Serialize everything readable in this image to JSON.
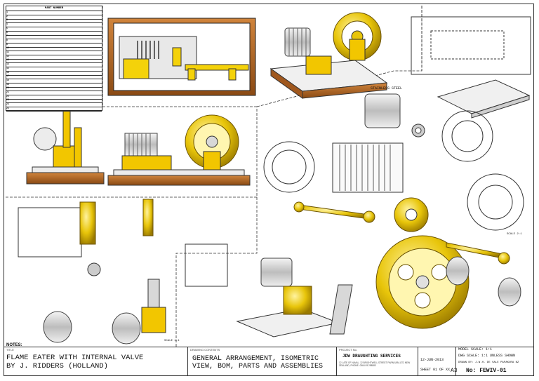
{
  "bom": {
    "header": "PART NUMBER",
    "rows": [
      "1",
      "2",
      "3",
      "4",
      "5",
      "6",
      "7",
      "8",
      "9",
      "10",
      "11",
      "12",
      "13",
      "14",
      "15",
      "16",
      "17",
      "18",
      "19",
      "20",
      "21",
      "22",
      "23",
      "24",
      "25"
    ]
  },
  "notes_label": "NOTES:",
  "title_block": {
    "title_caption": "TITLE",
    "title_line1": "FLAME EATER WITH INTERNAL VALVE",
    "title_line2": "BY J. RIDDERS (HOLLAND)",
    "contents_caption": "DRAWING CONTENTS",
    "contents_line1": "GENERAL ARRANGEMENT, ISOMETRIC",
    "contents_line2": "VIEW, BOM, PARTS AND ASSEMBLIES",
    "project_caption": "PROJECT No.",
    "company": "JDW DRAUGHTING SERVICES",
    "company_address": "12 LATE OF NAVAL, 12 BRIGHTWELL STREET PAPAKURA LTD NEW ZEALAND, PHONE: 0064 09 298883",
    "date": "12-JUN-2013",
    "sheet": "SHEET 01 OF XX",
    "paper_size": "A3",
    "model_scale": "MODEL SCALE: 1:1",
    "dwg_scale": "DWG SCALE: 1:1 UNLESS SHOWN",
    "drawn_by": "DRAWN BY: J.W.H. DE VALE PAPAKURA NZ",
    "drawing_number": "No: FEWIV-01"
  },
  "annotations": {
    "stainless_steel": "STAINLESS STEEL",
    "scale_2_1": "SCALE 2:1",
    "scale_1_1": "SCALE 1:1"
  }
}
